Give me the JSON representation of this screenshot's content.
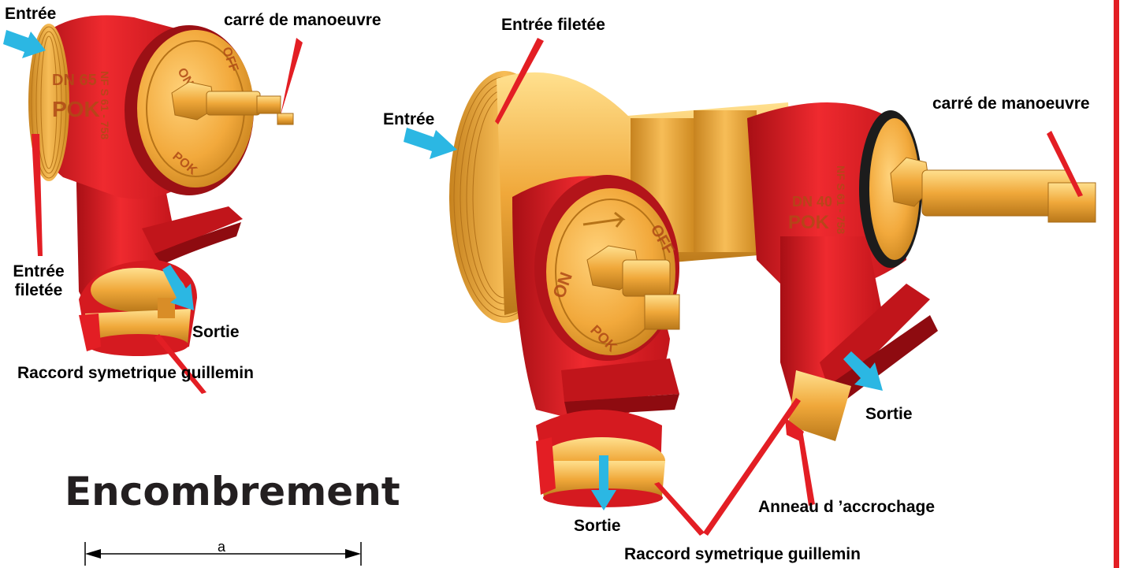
{
  "left_view": {
    "entree": "Entrée",
    "carre": "carré de manoeuvre",
    "entree_filetee_line1": "Entrée",
    "entree_filetee_line2": "filetée",
    "sortie": "Sortie",
    "raccord": "Raccord symetrique guillemin",
    "emboss_dn": "DN 65",
    "emboss_pok": "POK",
    "emboss_nf": "NF S 61 - 758",
    "dial_on": "ON",
    "dial_off": "OFF",
    "dial_pok": "POK"
  },
  "right_view": {
    "entree_filetee": "Entrée filetée",
    "entree": "Entrée",
    "carre": "carré de manoeuvre",
    "sortie_right": "Sortie",
    "sortie_bottom": "Sortie",
    "anneau": "Anneau d ’accrochage",
    "raccord": "Raccord symetrique guillemin",
    "emboss_dn": "DN 40",
    "emboss_pok": "POK",
    "emboss_nf": "NF S 61 - 758",
    "dial_on": "ON",
    "dial_off": "OFF",
    "dial_pok": "POK"
  },
  "encombrement": {
    "title": "Encombrement",
    "dimension_label": "a"
  },
  "colors": {
    "body_red": "#e8202a",
    "brass": "#f2a93c",
    "brass_dark": "#c98a1e",
    "arrow_blue": "#2bb7e3",
    "border_red": "#e31e24"
  }
}
